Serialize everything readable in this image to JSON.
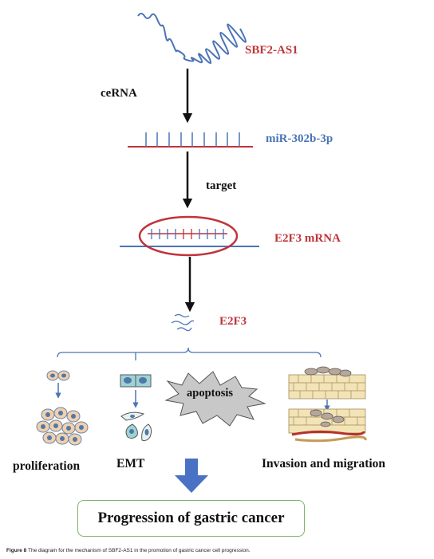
{
  "labels": {
    "sbf2": "SBF2-AS1",
    "cerna": "ceRNA",
    "mir": "miR-302b-3p",
    "target": "target",
    "e2f3_mrna": "E2F3 mRNA",
    "e2f3": "E2F3",
    "apoptosis": "apoptosis",
    "proliferation": "proliferation",
    "emt": "EMT",
    "invasion": "Invasion and migration",
    "progression": "Progression of gastric cancer"
  },
  "caption": {
    "prefix": "Figure 8",
    "text": " The diagram for the mechanism of SBF2-AS1 in the promotion of gastric cancer cell progression."
  },
  "colors": {
    "red": "#c0343a",
    "blue": "#4a74b6",
    "arrow_blue": "#4a72c4",
    "box_border": "#7fb26a"
  }
}
